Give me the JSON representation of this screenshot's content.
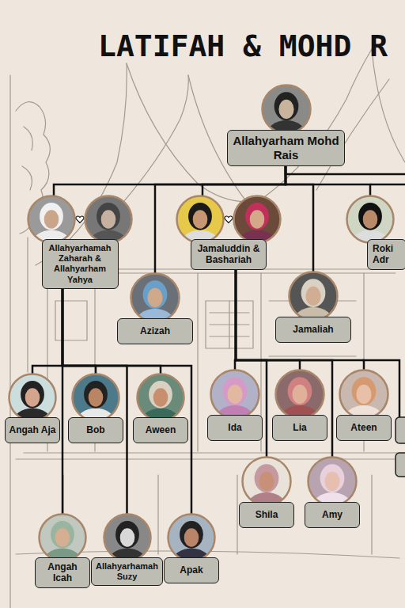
{
  "diagram": {
    "title": "LATIFAH & MOHD R",
    "nodes": [
      {
        "text": [
          "Allahyarham Mohd Rais"
        ]
      },
      {
        "text": [
          "Allahyarhamah Zaharah & Allahyarham Yahya"
        ]
      },
      {
        "text": [
          "Jamaluddin & Bashariah"
        ]
      },
      {
        "text": [
          "Roki Adr"
        ]
      },
      {
        "text": [
          "Azizah"
        ]
      },
      {
        "text": [
          "Jamaliah"
        ]
      },
      {
        "text": [
          "Angah Aja"
        ]
      },
      {
        "text": [
          "Bob"
        ]
      },
      {
        "text": [
          "Aween"
        ]
      },
      {
        "text": [
          "Ida"
        ]
      },
      {
        "text": [
          "Lia"
        ]
      },
      {
        "text": [
          "Ateen"
        ]
      },
      {
        "text": [
          "Shila"
        ]
      },
      {
        "text": [
          "Amy"
        ]
      },
      {
        "text": [
          "Angah Icah"
        ]
      },
      {
        "text": [
          "Allahyarhamah Suzy"
        ]
      },
      {
        "text": [
          "Apak"
        ]
      }
    ],
    "edges": [
      {
        "from": 0,
        "to": 1,
        "arrow": "none"
      },
      {
        "from": 0,
        "to": 4,
        "arrow": "none"
      },
      {
        "from": 0,
        "to": 2,
        "arrow": "none"
      },
      {
        "from": 0,
        "to": 5,
        "arrow": "none"
      },
      {
        "from": 0,
        "to": 3,
        "arrow": "none"
      },
      {
        "from": 1,
        "to": 6,
        "arrow": "none"
      },
      {
        "from": 1,
        "to": 7,
        "arrow": "none"
      },
      {
        "from": 1,
        "to": 8,
        "arrow": "none"
      },
      {
        "from": 1,
        "to": 14,
        "arrow": "none"
      },
      {
        "from": 1,
        "to": 15,
        "arrow": "none"
      },
      {
        "from": 1,
        "to": 16,
        "arrow": "none"
      },
      {
        "from": 2,
        "to": 9,
        "arrow": "none"
      },
      {
        "from": 2,
        "to": 10,
        "arrow": "none"
      },
      {
        "from": 2,
        "to": 11,
        "arrow": "none"
      },
      {
        "from": 2,
        "to": 12,
        "arrow": "none"
      },
      {
        "from": 2,
        "to": 13,
        "arrow": "none"
      }
    ]
  }
}
